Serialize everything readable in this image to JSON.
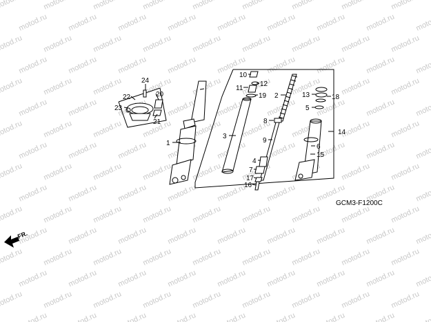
{
  "diagram": {
    "code": "GCM3-F1200C",
    "watermark": "motod.ru",
    "direction_label": "FR.",
    "callouts": {
      "c1": "1",
      "c2": "2",
      "c3": "3",
      "c4": "4",
      "c5": "5",
      "c6": "6",
      "c7": "7",
      "c8": "8",
      "c9": "9",
      "c10": "10",
      "c11": "11",
      "c12": "12",
      "c13": "13",
      "c14": "14",
      "c15": "15",
      "c16": "16",
      "c17": "17",
      "c18": "18",
      "c19": "19",
      "c20": "20",
      "c21": "21",
      "c22": "22",
      "c23": "23",
      "c24": "24"
    }
  }
}
